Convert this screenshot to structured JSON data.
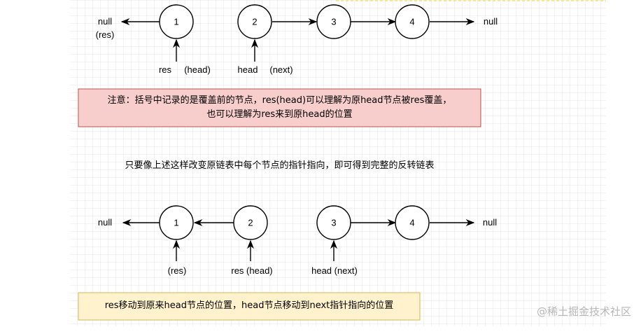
{
  "diagram_top": {
    "left_null": "null",
    "left_null_sub": "(res)",
    "right_null": "null",
    "nodes": [
      "1",
      "2",
      "3",
      "4"
    ],
    "pointer_labels": [
      "res",
      "(head)",
      "head",
      "(next)"
    ]
  },
  "note_box": {
    "line1": "注意：括号中记录的是覆盖前的节点，res(head)可以理解为原head节点被res覆盖，",
    "line2": "也可以理解为res来到原head的位置",
    "fill": "#f8cecc",
    "border": "#b85450"
  },
  "middle_text": "只要像上述这样改变原链表中每个节点的指针指向，即可得到完整的反转链表",
  "diagram_bottom": {
    "left_null": "null",
    "right_null": "null",
    "nodes": [
      "1",
      "2",
      "3",
      "4"
    ],
    "pointer_labels": [
      "(res)",
      "res (head)",
      "head (next)"
    ]
  },
  "bottom_box": {
    "text": "res移动到原来head节点的位置，head节点移动到next指针指向的位置",
    "fill": "#fff2cc",
    "border": "#d6b656"
  },
  "watermark": "@稀土掘金技术社区",
  "colors": {
    "grid": "#e6e6e6",
    "stroke": "#000000"
  }
}
